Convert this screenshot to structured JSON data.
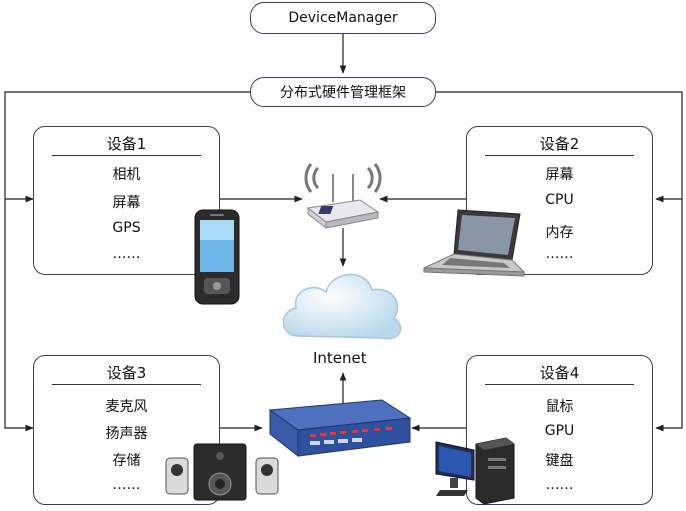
{
  "device_manager": "DeviceManager",
  "framework": "分布式硬件管理框架",
  "internet_label": "Intenet",
  "devices": [
    {
      "title": "设备1",
      "items": [
        "相机",
        "屏幕",
        "GPS",
        "……"
      ]
    },
    {
      "title": "设备2",
      "items": [
        "屏幕",
        "CPU",
        "内存",
        "……"
      ]
    },
    {
      "title": "设备3",
      "items": [
        "麦克风",
        "扬声器",
        "存储",
        "……"
      ]
    },
    {
      "title": "设备4",
      "items": [
        "鼠标",
        "GPU",
        "键盘",
        "……"
      ]
    }
  ],
  "colors": {
    "line": "#3b3b5c",
    "router": "#2f4f9f",
    "cloud": "#cfe3f1"
  },
  "icons": [
    "smartphone-icon",
    "wifi-router-icon",
    "laptop-icon",
    "cloud-icon",
    "network-switch-icon",
    "speakers-icon",
    "desktop-pc-icon"
  ]
}
